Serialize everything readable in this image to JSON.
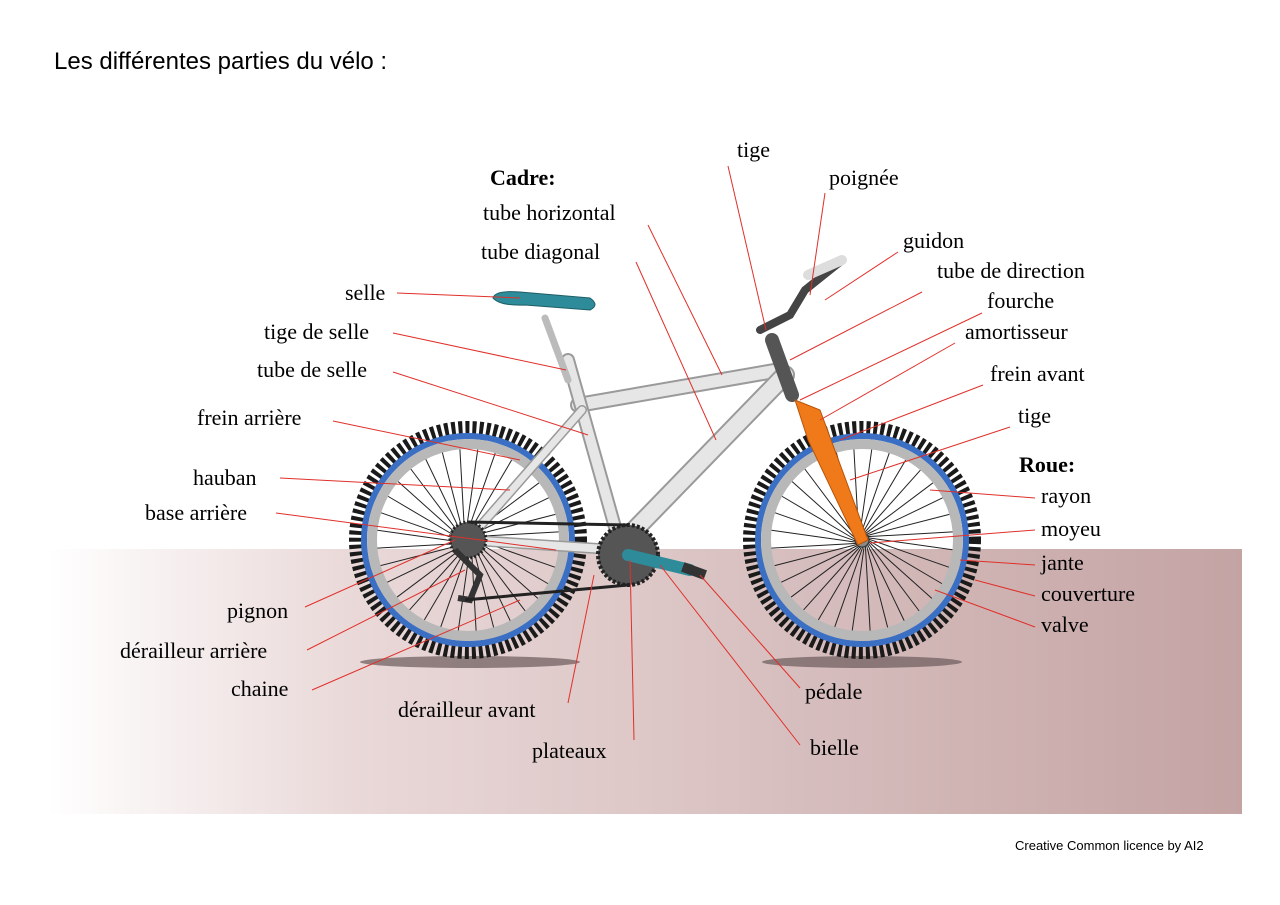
{
  "title": "Les différentes parties du vélo :",
  "credit": "Creative Common licence by AI2",
  "colors": {
    "leader_line": "#e0302a",
    "tire": "#1a1a1a",
    "rim": "#3a6fc4",
    "fork": "#f07a1a",
    "saddle": "#2e8c9a",
    "ground": "#c4a3a3"
  },
  "headers": {
    "frame": "Cadre:",
    "wheel": "Roue:"
  },
  "labels": {
    "tube_horizontal": "tube horizontal",
    "tube_diagonal": "tube diagonal",
    "selle": "selle",
    "tige_de_selle": "tige de selle",
    "tube_de_selle": "tube de selle",
    "frein_arriere": "frein arrière",
    "hauban": "hauban",
    "base_arriere": "base arrière",
    "pignon": "pignon",
    "derailleur_arriere": "dérailleur arrière",
    "chaine": "chaine",
    "derailleur_avant": "dérailleur avant",
    "plateaux": "plateaux",
    "pedale": "pédale",
    "bielle": "bielle",
    "tige_top": "tige",
    "poignee": "poignée",
    "guidon": "guidon",
    "tube_de_direction": "tube de direction",
    "fourche": "fourche",
    "amortisseur": "amortisseur",
    "frein_avant": "frein avant",
    "tige_fork": "tige",
    "rayon": "rayon",
    "moyeu": "moyeu",
    "jante": "jante",
    "couverture": "couverture",
    "valve": "valve"
  }
}
